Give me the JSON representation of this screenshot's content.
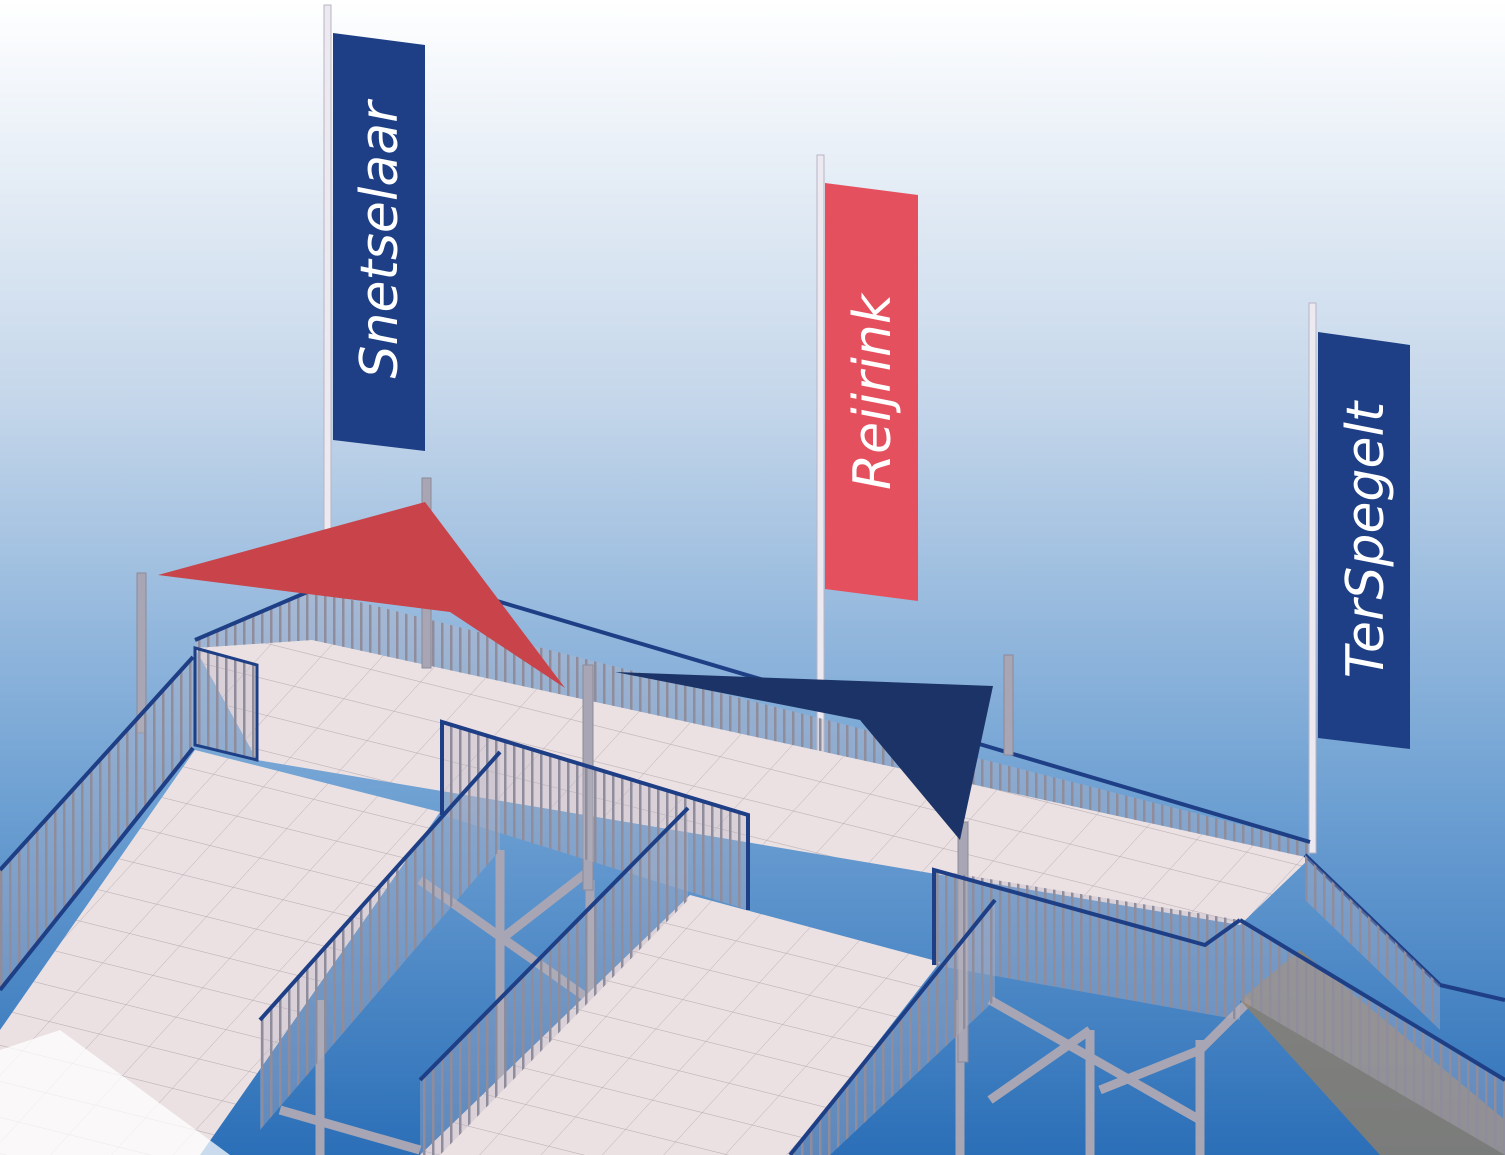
{
  "scene": {
    "flags": [
      {
        "label": "Snetselaar",
        "color": "#1e3f86"
      },
      {
        "label": "Reijrink",
        "color": "#e5505e"
      },
      {
        "label": "TerSpegelt",
        "color": "#1e3f86"
      }
    ],
    "sails": [
      {
        "color": "#c8434a"
      },
      {
        "color": "#1b3366"
      }
    ],
    "colors": {
      "sky_top": "#ffffff",
      "sky_bottom": "#2f76bd",
      "deck": "#e6dcdd",
      "rail": "#1e3f86",
      "steel": "#a8a6b4"
    }
  }
}
